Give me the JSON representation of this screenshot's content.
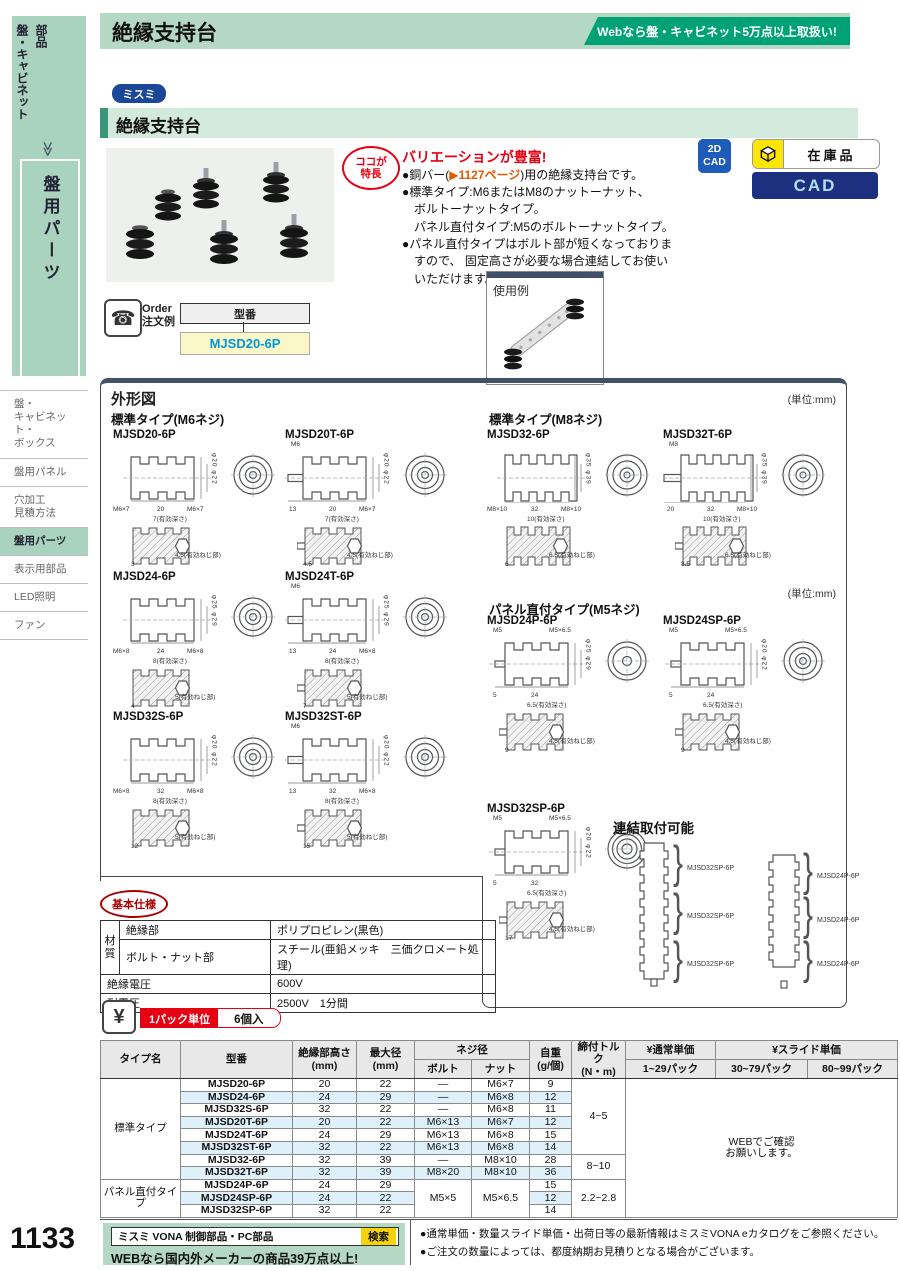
{
  "sidebar": {
    "category": "盤・キャビネット",
    "category_small": "部品",
    "chevron": "≫",
    "current": "盤用パーツ",
    "menu": [
      {
        "label": "盤・\nキャビネット・\nボックス",
        "active": false
      },
      {
        "label": "盤用パネル",
        "active": false
      },
      {
        "label": "穴加工\n見積方法",
        "active": false
      },
      {
        "label": "盤用パーツ",
        "active": true
      },
      {
        "label": "表示用部品",
        "active": false
      },
      {
        "label": "LED照明",
        "active": false
      },
      {
        "label": "ファン",
        "active": false
      }
    ]
  },
  "header": {
    "title": "絶縁支持台",
    "banner": "Webなら盤・キャビネット5万点以上取扱い!",
    "brand_badge": "ミスミ",
    "section_title": "絶縁支持台"
  },
  "features": {
    "badge": "ココが\n特長",
    "headline": "バリエーションが豊富!",
    "b1_pre": "●銅バー(",
    "b1_link": "▶1127ページ",
    "b1_post": ")用の絶縁支持台です。",
    "b2": "●標準タイプ:M6またはM8のナットーナット、\n　ボルトーナットタイプ。\n　パネル直付タイプ:M5のボルトーナットタイプ。",
    "b3": "●パネル直付タイプはボルト部が短くなっておりま\n　すので、 固定高さが必要な場合連結してお使い\n　いただけます。",
    "usage_label": "使用例"
  },
  "badges": {
    "cad2d": "2D\nCAD",
    "stock": "在庫品",
    "cad": "CAD"
  },
  "order": {
    "label": "Order\n注文例",
    "model_header": "型番",
    "model": "MJSD20-6P"
  },
  "drawings": {
    "title": "外形図",
    "unit": "(単位:mm)",
    "group_m6": "標準タイプ(M6ネジ)",
    "group_m8": "標準タイプ(M8ネジ)",
    "group_m5": "パネル直付タイプ(M5ネジ)",
    "link_title": "連結取付可能",
    "parts": [
      {
        "name": "MJSD20-6P",
        "stud": "",
        "tnut": "",
        "left": "M6×7",
        "stub": "",
        "len": "20",
        "dia": "φ20 φ22",
        "nut": "M6×7",
        "depth": "7(有効深さ)",
        "thread": "4.5(有効ねじ部)",
        "off": "3"
      },
      {
        "name": "MJSD20T-6P",
        "stud": "M6",
        "tnut": "",
        "left": "",
        "stub": "13",
        "len": "20",
        "dia": "φ20 φ22",
        "nut": "M6×7",
        "depth": "7(有効深さ)",
        "thread": "4.5(有効ねじ部)",
        "off": "4.5"
      },
      {
        "name": "MJSD24-6P",
        "stud": "",
        "tnut": "",
        "left": "M6×8",
        "stub": "",
        "len": "24",
        "dia": "φ25 φ29",
        "nut": "M6×8",
        "depth": "8(有効深さ)",
        "thread": "5(有効ねじ部)",
        "off": "4"
      },
      {
        "name": "MJSD24T-6P",
        "stud": "M6",
        "tnut": "",
        "left": "",
        "stub": "13",
        "len": "24",
        "dia": "φ25 φ29",
        "nut": "M6×8",
        "depth": "8(有効深さ)",
        "thread": "5(有効ねじ部)",
        "off": "7"
      },
      {
        "name": "MJSD32S-6P",
        "stud": "",
        "tnut": "",
        "left": "M6×8",
        "stub": "",
        "len": "32",
        "dia": "φ20 φ22",
        "nut": "M6×8",
        "depth": "8(有効深さ)",
        "thread": "5(有効ねじ部)",
        "off": "12"
      },
      {
        "name": "MJSD32ST-6P",
        "stud": "M6",
        "tnut": "",
        "left": "",
        "stub": "13",
        "len": "32",
        "dia": "φ20 φ22",
        "nut": "M6×8",
        "depth": "8(有効深さ)",
        "thread": "5(有効ねじ部)",
        "off": "15"
      },
      {
        "name": "MJSD32-6P",
        "stud": "",
        "tnut": "",
        "left": "M8×10",
        "stub": "",
        "len": "32",
        "dia": "φ35 φ39",
        "nut": "M8×10",
        "depth": "10(有効深さ)",
        "thread": "6.5(有効ねじ部)",
        "off": "6"
      },
      {
        "name": "MJSD32T-6P",
        "stud": "M8",
        "tnut": "",
        "left": "",
        "stub": "20",
        "len": "32",
        "dia": "φ35 φ39",
        "nut": "M8×10",
        "depth": "10(有効深さ)",
        "thread": "6.5(有効ねじ部)",
        "off": "8.5"
      },
      {
        "name": "MJSD24P-6P",
        "stud": "M5",
        "tnut": "M5×6.5",
        "left": "",
        "stub": "5",
        "len": "24",
        "dia": "φ25 φ29",
        "nut": "",
        "depth": "6.5(有効深さ)",
        "thread": "4.5(有効ねじ部)",
        "off": "9"
      },
      {
        "name": "MJSD24SP-6P",
        "stud": "M5",
        "tnut": "M5×6.5",
        "left": "",
        "stub": "5",
        "len": "24",
        "dia": "φ20 φ22",
        "nut": "",
        "depth": "6.5(有効深さ)",
        "thread": "4.5(有効ねじ部)",
        "off": "9"
      },
      {
        "name": "MJSD32SP-6P",
        "stud": "M5",
        "tnut": "M5×6.5",
        "left": "",
        "stub": "5",
        "len": "32",
        "dia": "φ20 φ22",
        "nut": "",
        "depth": "6.5(有効深さ)",
        "thread": "4.5(有効ねじ部)",
        "off": "17"
      }
    ],
    "stack1": [
      "MJSD32SP-6P",
      "MJSD32SP-6P",
      "MJSD32SP-6P"
    ],
    "stack2": [
      "MJSD24P-6P",
      "MJSD24P-6P",
      "MJSD24P-6P"
    ]
  },
  "specs": {
    "badge": "基本仕様",
    "mat_label": "材\n質",
    "r1k": "絶縁部",
    "r1v": "ポリプロピレン(黒色)",
    "r2k": "ボルト・ナット部",
    "r2v": "スチール(亜鉛メッキ　三価クロメート処理)",
    "r3k": "絶縁電圧",
    "r3v": "600V",
    "r4k": "耐電圧",
    "r4v": "2500V　1分間"
  },
  "pack": {
    "yen": "¥",
    "unit_label": "1パック単位",
    "qty": "6個入"
  },
  "table": {
    "h_type": "タイプ名",
    "h_model": "型番",
    "h_height": "絶縁部高さ\n(mm)",
    "h_dia": "最大径\n(mm)",
    "h_screw": "ネジ径",
    "h_bolt": "ボルト",
    "h_nut": "ナット",
    "h_weight": "自重\n(g/個)",
    "h_torque": "締付トルク\n(N・m)",
    "h_normal": "¥通常単価",
    "h_slide": "¥スライド単価",
    "h_p1": "1~29パック",
    "h_p2": "30~79パック",
    "h_p3": "80~99パック",
    "type1": "標準タイプ",
    "type2": "パネル直付タイプ",
    "torque1": "4~5",
    "torque2": "8~10",
    "torque3": "2.2~2.8",
    "bolt_m5": "M5×5",
    "nut_m5": "M5×6.5",
    "price_note": "WEBでご確認\nお願いします。",
    "rows": [
      {
        "model": "MJSD20-6P",
        "h": "20",
        "d": "22",
        "bolt": "—",
        "nut": "M6×7",
        "w": "9"
      },
      {
        "model": "MJSD24-6P",
        "h": "24",
        "d": "29",
        "bolt": "—",
        "nut": "M6×8",
        "w": "12"
      },
      {
        "model": "MJSD32S-6P",
        "h": "32",
        "d": "22",
        "bolt": "—",
        "nut": "M6×8",
        "w": "11"
      },
      {
        "model": "MJSD20T-6P",
        "h": "20",
        "d": "22",
        "bolt": "M6×13",
        "nut": "M6×7",
        "w": "12"
      },
      {
        "model": "MJSD24T-6P",
        "h": "24",
        "d": "29",
        "bolt": "M6×13",
        "nut": "M6×8",
        "w": "15"
      },
      {
        "model": "MJSD32ST-6P",
        "h": "32",
        "d": "22",
        "bolt": "M6×13",
        "nut": "M6×8",
        "w": "14"
      },
      {
        "model": "MJSD32-6P",
        "h": "32",
        "d": "39",
        "bolt": "—",
        "nut": "M8×10",
        "w": "28"
      },
      {
        "model": "MJSD32T-6P",
        "h": "32",
        "d": "39",
        "bolt": "M8×20",
        "nut": "M8×10",
        "w": "36"
      },
      {
        "model": "MJSD24P-6P",
        "h": "24",
        "d": "29",
        "w": "15"
      },
      {
        "model": "MJSD24SP-6P",
        "h": "24",
        "d": "22",
        "w": "12"
      },
      {
        "model": "MJSD32SP-6P",
        "h": "32",
        "d": "22",
        "w": "14"
      }
    ]
  },
  "footer": {
    "page": "1133",
    "brand_line": "ミスミ VONA 制御部品・PC部品",
    "search": "検索",
    "promo": "WEBなら国内外メーカーの商品39万点以上!",
    "note1": "●通常単価・数量スライド単価・出荷日等の最新情報はミスミVONA eカタログをご参照ください。",
    "note2": "●ご注文の数量によっては、都度納期お見積りとなる場合がございます。"
  }
}
